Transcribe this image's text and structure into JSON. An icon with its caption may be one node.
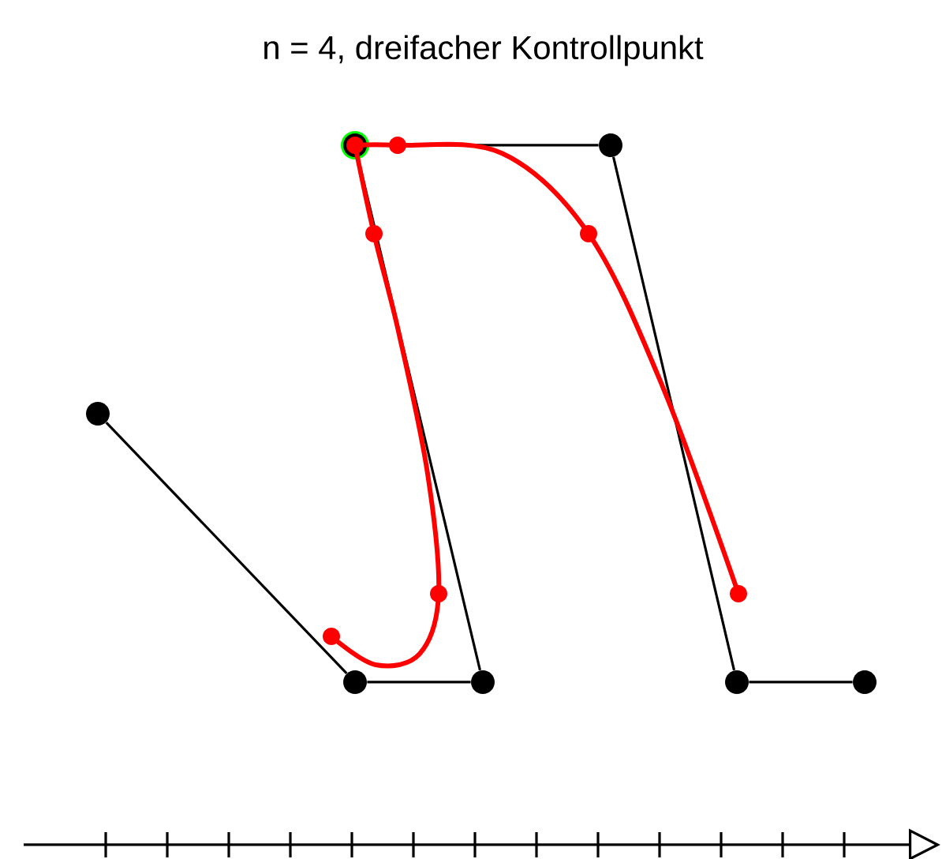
{
  "diagram": {
    "title": "n = 4, dreifacher Kontrollpunkt",
    "nodes": [
      {
        "text": [],
        "shape": "circle"
      },
      {
        "text": [],
        "shape": "circle"
      },
      {
        "text": [],
        "shape": "circle"
      },
      {
        "text": [],
        "shape": "circle"
      },
      {
        "text": [],
        "shape": "circle"
      },
      {
        "text": [],
        "shape": "circle"
      },
      {
        "text": [],
        "shape": "circle"
      }
    ],
    "edges": [
      {
        "from": 0,
        "to": 1,
        "arrow": "none"
      },
      {
        "from": 1,
        "to": 2,
        "arrow": "none"
      },
      {
        "from": 2,
        "to": 3,
        "arrow": "none"
      },
      {
        "from": 3,
        "to": 4,
        "arrow": "none"
      },
      {
        "from": 4,
        "to": 5,
        "arrow": "none"
      },
      {
        "from": 5,
        "to": 6,
        "arrow": "none"
      }
    ]
  }
}
